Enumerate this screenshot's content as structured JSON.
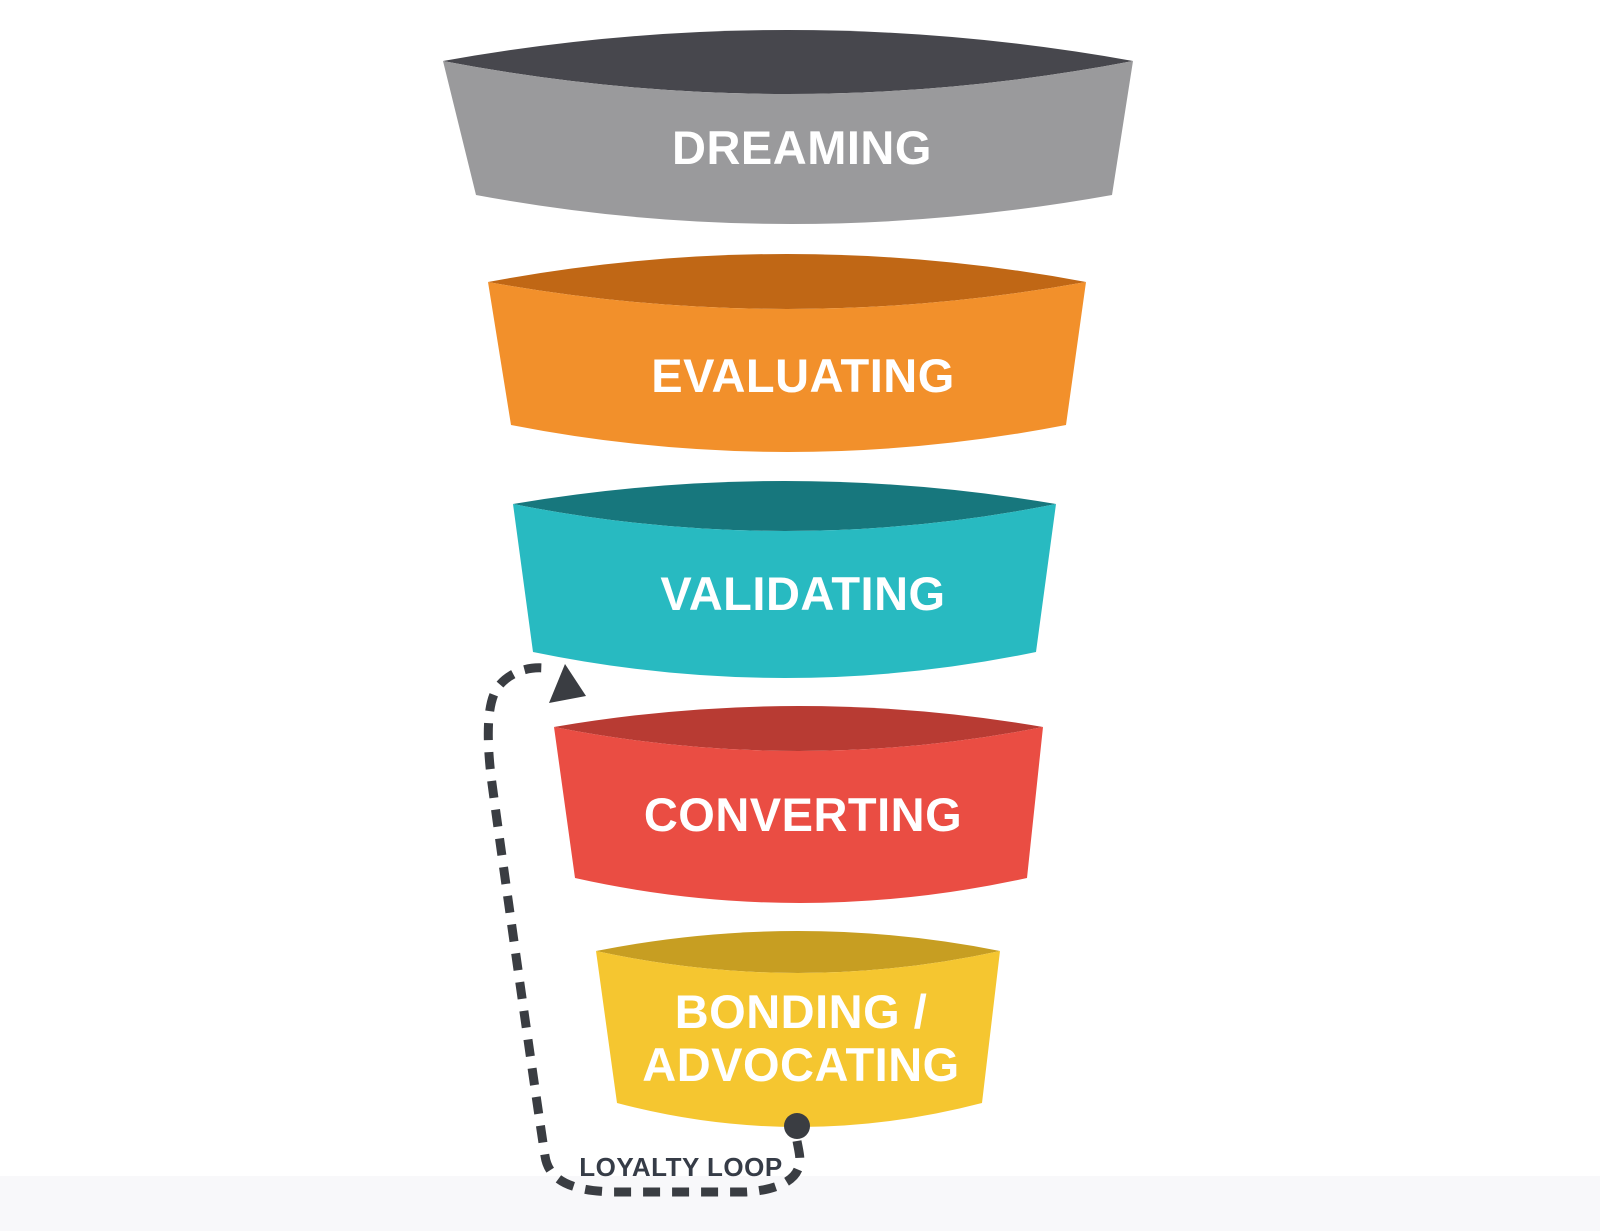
{
  "diagram": {
    "type": "funnel",
    "background_color": "#ffffff",
    "bottom_shade_color": "#f3f3f5",
    "stages": [
      {
        "id": "dreaming",
        "label": "DREAMING",
        "body_color": "#9a9a9c",
        "lid_color": "#47474d",
        "text_color": "#ffffff"
      },
      {
        "id": "evaluating",
        "label": "EVALUATING",
        "body_color": "#f2902b",
        "lid_color": "#c06715",
        "text_color": "#ffffff"
      },
      {
        "id": "validating",
        "label": "VALIDATING",
        "body_color": "#28bac1",
        "lid_color": "#17777d",
        "text_color": "#ffffff"
      },
      {
        "id": "converting",
        "label": "CONVERTING",
        "body_color": "#ea4d43",
        "lid_color": "#b83b33",
        "text_color": "#ffffff"
      },
      {
        "id": "bonding-advocating",
        "label": "BONDING / ADVOCATING",
        "label_line1": "BONDING /",
        "label_line2": "ADVOCATING",
        "body_color": "#f5c630",
        "lid_color": "#c79e22",
        "text_color": "#ffffff"
      }
    ],
    "loyalty_loop": {
      "label": "LOYALTY LOOP",
      "line_color": "#3a3d42",
      "label_color": "#363c47"
    }
  }
}
